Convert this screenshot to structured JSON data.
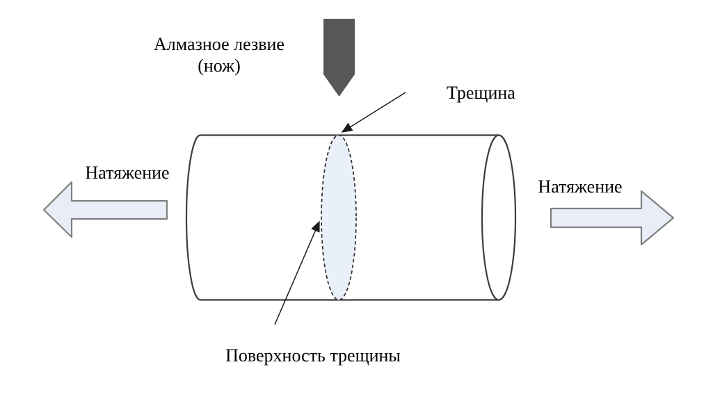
{
  "diagram": {
    "blade_label": {
      "line1": "Алмазное лезвие",
      "line2": "(нож)"
    },
    "crack_label": "Трещина",
    "tension_left_label": "Натяжение",
    "tension_right_label": "Натяжение",
    "crack_surface_label": "Поверхность трещины",
    "colors": {
      "blade_fill": "#575757",
      "outline": "#3d3d3d",
      "tension_arrow_fill": "#e9edf7",
      "tension_arrow_border": "#7f7f7f",
      "crack_surface_fill": "#eaf0f9",
      "crack_surface_border": "#2e2e2e",
      "pointer_line": "#1a1a1a",
      "text": "#000000",
      "background": "#ffffff"
    }
  }
}
